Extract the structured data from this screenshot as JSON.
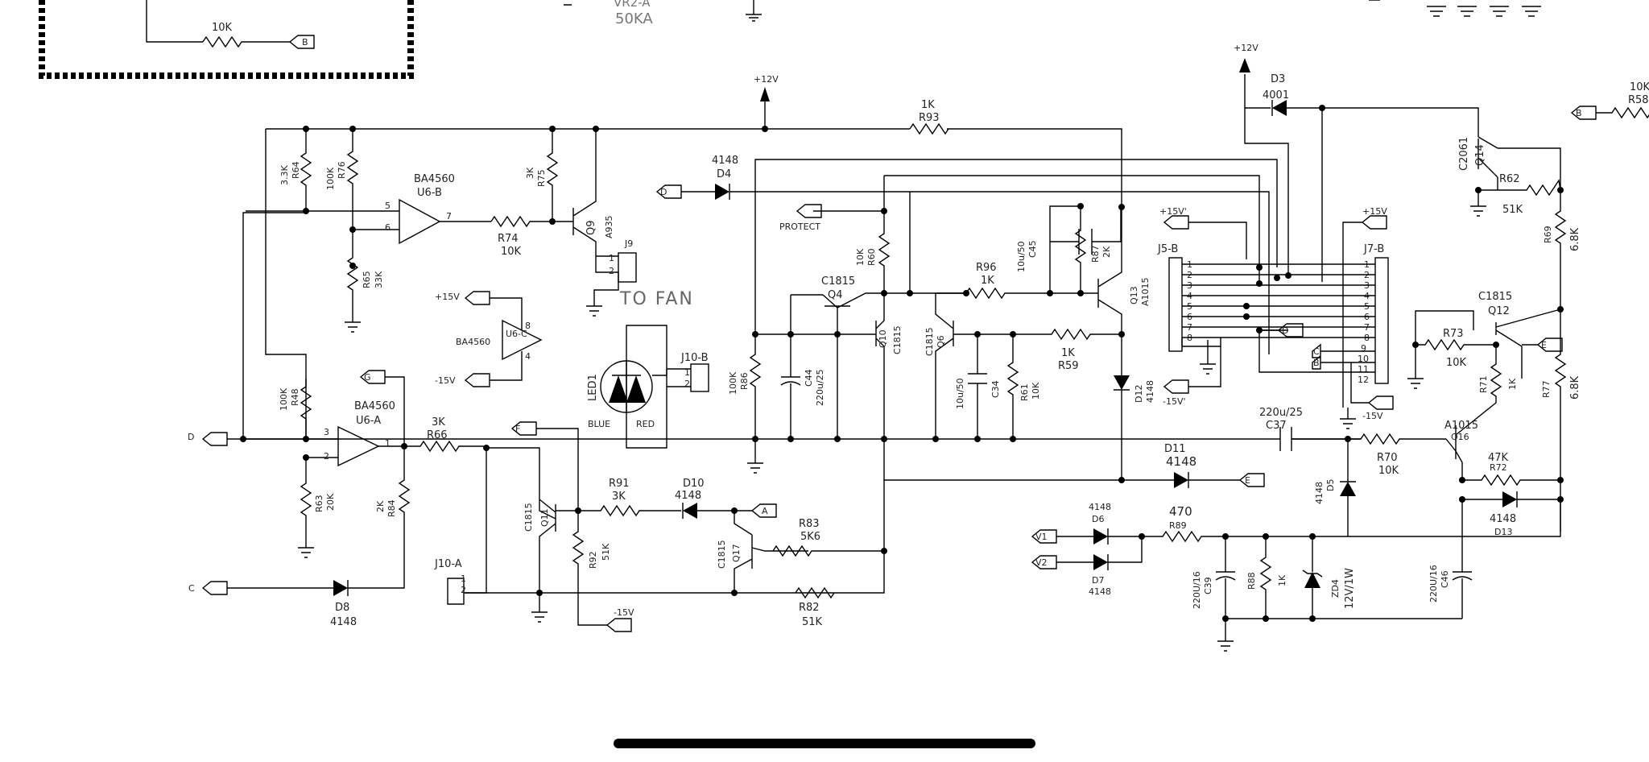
{
  "title": "",
  "labels": {
    "res_10k_top": "10K",
    "conn_b_top": "B",
    "vr2_name": "VR2-A",
    "vr2_value": "50KA",
    "v12_left": "+12V",
    "v12_right": "+12V",
    "r93_val": "1K",
    "r93_ref": "R93",
    "d3_ref": "D3",
    "d3_val": "4001",
    "r58_val": "10K",
    "r58_ref": "R58",
    "conn_b_right": "B",
    "r64_val": "3.3K",
    "r64_ref": "R64",
    "r76_val": "100K",
    "r76_ref": "R76",
    "u6b_part": "BA4560",
    "u6b_ref": "U6-B",
    "u6b_pin5": "5",
    "u6b_pin6": "6",
    "u6b_pin7": "7",
    "r75_val": "3K",
    "r75_ref": "R75",
    "d4_val": "4148",
    "d4_ref": "D4",
    "conn_d_d4": "D",
    "protect": "PROTECT",
    "q14_part": "C2061",
    "q14_ref": "Q14",
    "r62_ref": "R62",
    "r62_val": "51K",
    "r69_ref": "R69",
    "r69_val": "6.8K",
    "r74_ref": "R74",
    "r74_val": "10K",
    "q9_ref": "Q9",
    "q9_part": "A935",
    "j9": "J9",
    "j9_pin1": "1",
    "j9_pin2": "2",
    "to_fan": "TO FAN",
    "r65_ref": "R65",
    "r65_val": "33K",
    "r60_val": "10K",
    "r60_ref": "R60",
    "c45_val": "10u/50",
    "c45_ref": "C45",
    "r87_ref": "R87",
    "r87_val": "2K",
    "q13_ref": "Q13",
    "q13_part": "A1015",
    "r96_ref": "R96",
    "r96_val": "1K",
    "v15p_j5": "+15V'",
    "j5b": "J5-B",
    "v15_j7": "+15V",
    "j7b": "J7-B",
    "q4_part": "C1815",
    "q4_ref": "Q4",
    "u6c_ref": "U6-C",
    "u6c_part": "BA4560",
    "u6c_p8": "8",
    "u6c_p4": "4",
    "v15_u6c": "+15V",
    "vm15_u6c": "-15V",
    "q10_ref": "Q10",
    "q10_part": "C1815",
    "q6_part": "C1815",
    "q6_ref": "Q6",
    "r59_val": "1K",
    "r59_ref": "R59",
    "conn_d_j": "D",
    "q12_part": "C1815",
    "q12_ref": "Q12",
    "r73_ref": "R73",
    "r73_val": "10K",
    "conn_e_q12": "E",
    "conn_c": "C",
    "conn_b_j7": "B",
    "led1": "LED1",
    "blue": "BLUE",
    "red": "RED",
    "j10b": "J10-B",
    "j10b_p1": "1",
    "j10b_p2": "2",
    "r86_val": "100K",
    "r86_ref": "R86",
    "c44_ref": "C44",
    "c44_val": "220u/25",
    "c34_val": "10u/50",
    "c34_ref": "C34",
    "r61_ref": "R61",
    "r61_val": "10K",
    "d12_ref": "D12",
    "d12_val": "4148",
    "vm15p_j5": "-15V'",
    "vm15_j7": "-15V",
    "r71_ref": "R71",
    "r71_val": "1K",
    "r77_ref": "R77",
    "r77_val": "6.8K",
    "conn_g": "G",
    "r48_val": "100K",
    "r48_ref": "R48",
    "u6a_part": "BA4560",
    "u6a_ref": "U6-A",
    "u6a_p3": "3",
    "u6a_p2": "2",
    "u6a_p1": "1",
    "conn_d_left": "D",
    "r66_val": "3K",
    "r66_ref": "R66",
    "conn_f": "F",
    "c37_val": "220u/25",
    "c37_ref": "C37",
    "q16_part": "A1015",
    "q16_ref": "Q16",
    "r70_ref": "R70",
    "r70_val": "10K",
    "d11_ref": "D11",
    "d11_val": "4148",
    "conn_e_d11": "E",
    "r72_val": "47K",
    "r72_ref": "R72",
    "d5_val": "4148",
    "d5_ref": "D5",
    "r91_ref": "R91",
    "r91_val": "3K",
    "d10_ref": "D10",
    "d10_val": "4148",
    "conn_a": "A",
    "q11_part": "C1815",
    "q11_ref": "Q11",
    "d13_val": "4148",
    "d13_ref": "D13",
    "r63_ref": "R63",
    "r63_val": "20K",
    "r84_val": "2K",
    "r84_ref": "R84",
    "r83_ref": "R83",
    "r83_val": "5K6",
    "d6_val": "4148",
    "d6_ref": "D6",
    "r89_val": "470",
    "r89_ref": "R89",
    "conn_v1": "V1",
    "r92_ref": "R92",
    "r92_val": "51K",
    "q17_part": "C1815",
    "q17_ref": "Q17",
    "j10a": "J10-A",
    "j10a_p1": "1",
    "j10a_p2": "2",
    "conn_v2": "V2",
    "d7_ref": "D7",
    "d7_val": "4148",
    "c39_val": "220U/16",
    "c39_ref": "C39",
    "r88_ref": "R88",
    "r88_val": "1K",
    "zd4_ref": "ZD4",
    "zd4_val": "12V/1W",
    "c46_val": "220U/16",
    "c46_ref": "C46",
    "conn_c_left": "C",
    "d8_ref": "D8",
    "d8_val": "4148",
    "r82_ref": "R82",
    "r82_val": "51K",
    "vm15_bottom": "-15V"
  },
  "j5_pins": [
    "1",
    "2",
    "3",
    "4",
    "5",
    "6",
    "7",
    "8"
  ],
  "j7_pins": [
    "1",
    "2",
    "3",
    "4",
    "5",
    "6",
    "7",
    "8",
    "9",
    "10",
    "11",
    "12"
  ]
}
